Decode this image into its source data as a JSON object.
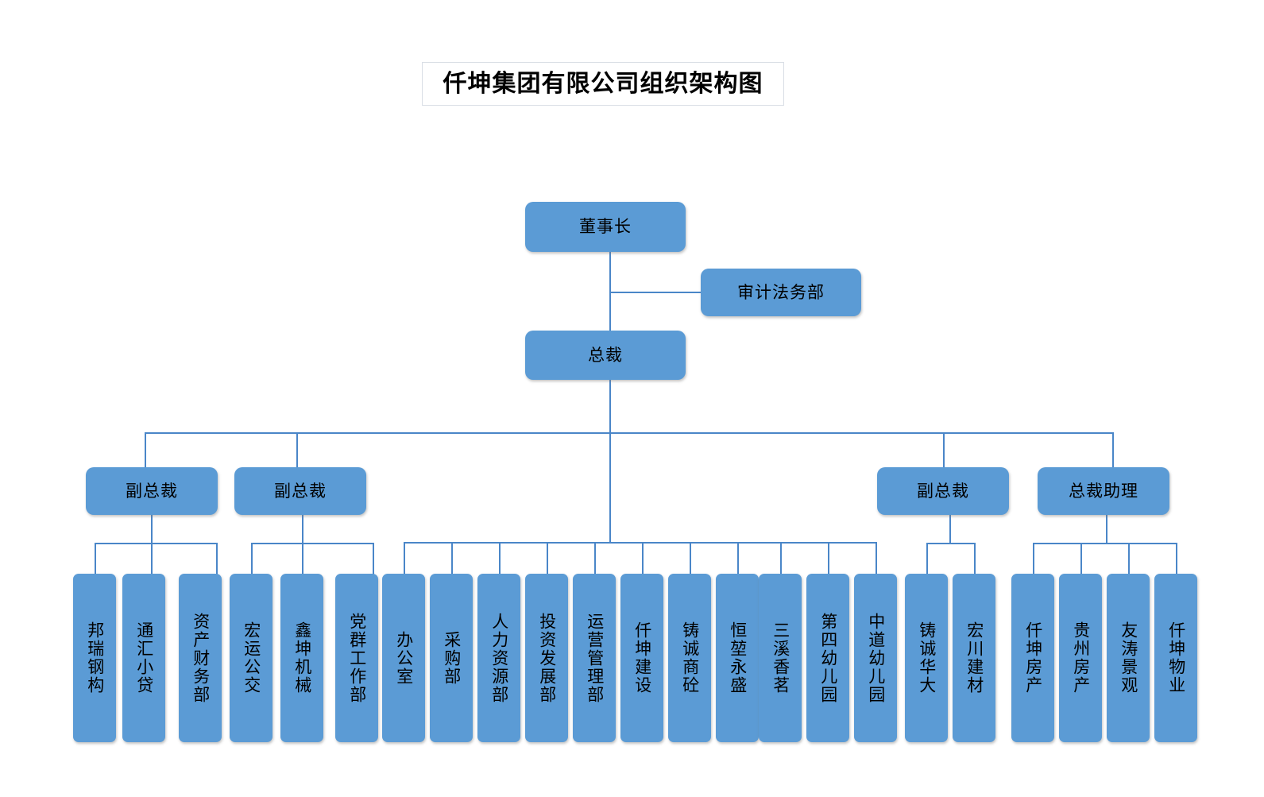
{
  "chart": {
    "type": "org-chart",
    "title": "仟坤集团有限公司组织架构图",
    "accent_color": "#5B9BD5",
    "line_color": "#4A86C8",
    "title_border_color": "#D9DEE5",
    "background": "#FFFFFF"
  },
  "nodes": {
    "chairman": "董事长",
    "audit_legal": "审计法务部",
    "president": "总裁",
    "vp1": "副总裁",
    "vp2": "副总裁",
    "vp3": "副总裁",
    "president_assistant": "总裁助理"
  },
  "groups": [
    {
      "parent": "vp1",
      "children": [
        "邦瑞钢构",
        "通汇小贷",
        "资产财务部"
      ]
    },
    {
      "parent": "vp2",
      "children": [
        "宏运公交",
        "鑫坤机械",
        "党群工作部"
      ]
    },
    {
      "parent": "president",
      "children": [
        "办公室",
        "采购部",
        "人力资源部",
        "投资发展部",
        "运营管理部",
        "仟坤建设",
        "铸诚商砼",
        "恒堃永盛",
        "三溪香茗",
        "第四幼儿园",
        "中道幼儿园"
      ]
    },
    {
      "parent": "vp3",
      "children": [
        "铸诚华大",
        "宏川建材"
      ]
    },
    {
      "parent": "president_assistant",
      "children": [
        "仟坤房产",
        "贵州房产",
        "友涛景观",
        "仟坤物业"
      ]
    }
  ],
  "leaves": {
    "l0": "邦瑞钢构",
    "l1": "通汇小贷",
    "l2": "资产财务部",
    "l3": "宏运公交",
    "l4": "鑫坤机械",
    "l5": "党群工作部",
    "l6": "办公室",
    "l7": "采购部",
    "l8": "人力资源部",
    "l9": "投资发展部",
    "l10": "运营管理部",
    "l11": "仟坤建设",
    "l12": "铸诚商砼",
    "l13": "恒堃永盛",
    "l14": "三溪香茗",
    "l15": "第四幼儿园",
    "l16": "中道幼儿园",
    "l17": "铸诚华大",
    "l18": "宏川建材",
    "l19": "仟坤房产",
    "l20": "贵州房产",
    "l21": "友涛景观",
    "l22": "仟坤物业"
  }
}
